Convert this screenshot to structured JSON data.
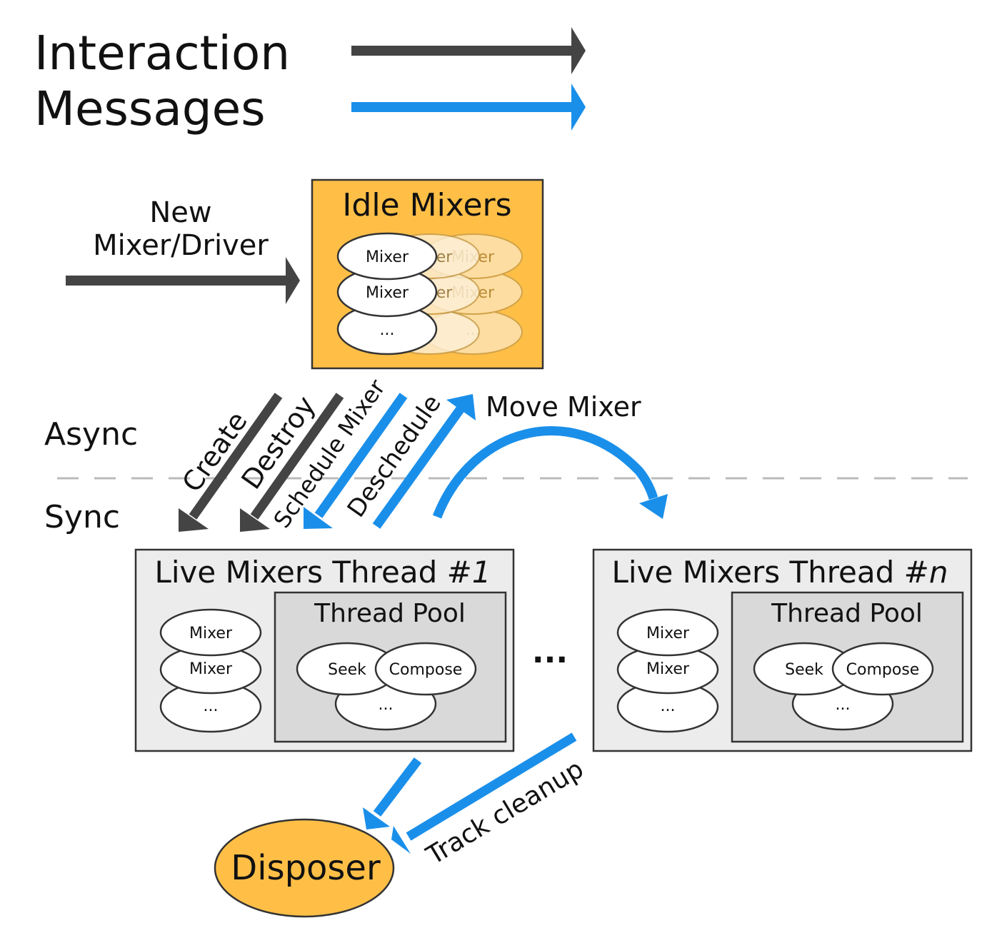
{
  "legend": {
    "interaction": "Interaction",
    "messages": "Messages",
    "interaction_color": "#444444",
    "messages_color": "#1a8fea"
  },
  "colors": {
    "dark_arrow": "#444444",
    "blue_arrow": "#1a8fea",
    "idle_fill": "#ffbf47",
    "disposer_fill": "#ffbf47",
    "thread_fill": "#ececec",
    "pool_fill": "#d9d9d9"
  },
  "new_mixer": {
    "line1": "New",
    "line2": "Mixer/Driver"
  },
  "idle_box": {
    "title": "Idle Mixers",
    "items": [
      "Mixer",
      "Mixer",
      "..."
    ],
    "ghost_items": [
      "Mixer",
      "Mixer",
      "..."
    ],
    "ghost_partial": "er"
  },
  "zones": {
    "async": "Async",
    "sync": "Sync"
  },
  "edges": {
    "create": "Create",
    "destroy": "Destroy",
    "schedule": "Schedule Mixer",
    "deschedule": "Deschedule",
    "move": "Move Mixer",
    "cleanup": "Track cleanup"
  },
  "thread1": {
    "title_main": "Live Mixers Thread #",
    "title_index": "1",
    "items": [
      "Mixer",
      "Mixer",
      "..."
    ],
    "pool": {
      "title": "Thread Pool",
      "seek": "Seek",
      "compose": "Compose",
      "more": "..."
    }
  },
  "threadn": {
    "title_main": "Live Mixers Thread #",
    "title_index": "n",
    "items": [
      "Mixer",
      "Mixer",
      "..."
    ],
    "pool": {
      "title": "Thread Pool",
      "seek": "Seek",
      "compose": "Compose",
      "more": "..."
    }
  },
  "between_threads": "...",
  "disposer": {
    "label": "Disposer"
  }
}
